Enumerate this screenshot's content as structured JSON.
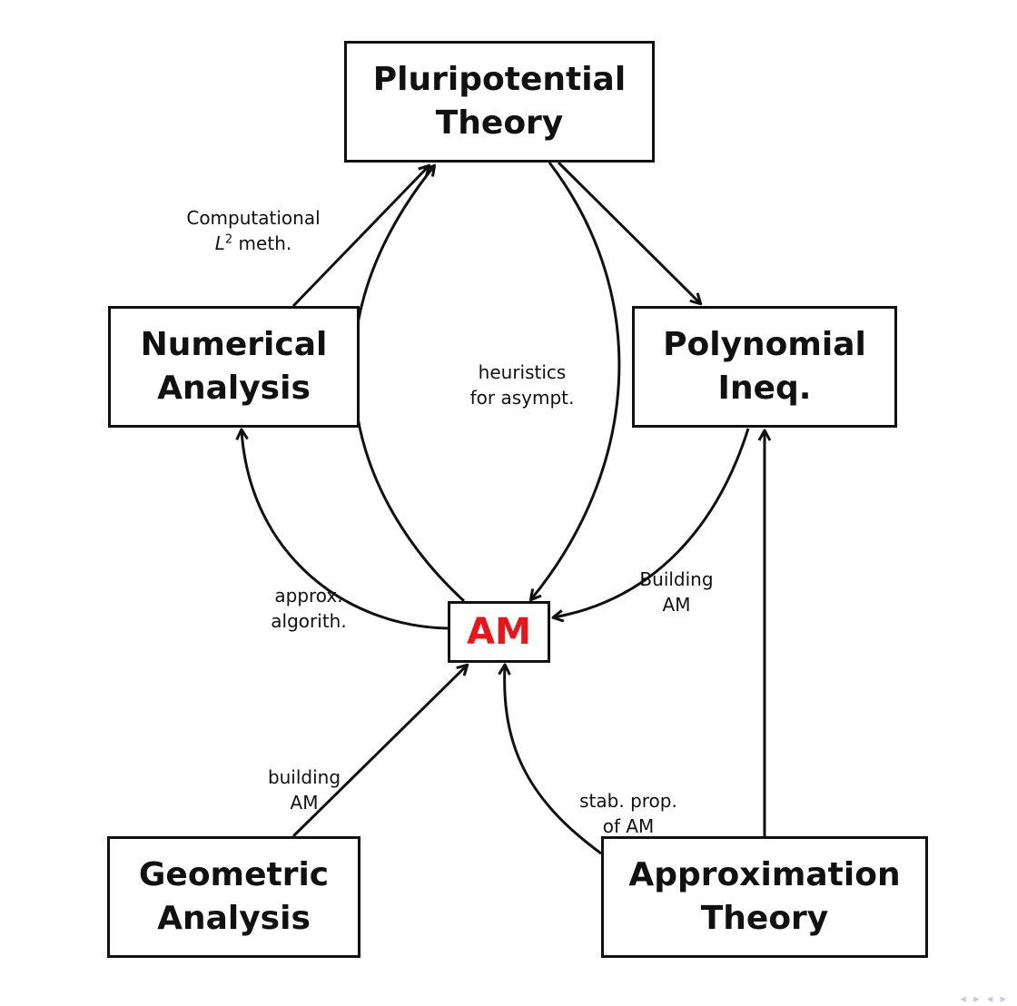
{
  "colors": {
    "stroke": "#111111",
    "am_text": "#e8151b",
    "nav": "#c8cbe0"
  },
  "nodes": {
    "pluripotential": {
      "line1": "Pluripotential",
      "line2": "Theory"
    },
    "numerical": {
      "line1": "Numerical",
      "line2": "Analysis"
    },
    "polynomial": {
      "line1": "Polynomial",
      "line2": "Ineq."
    },
    "am": {
      "label": "AM"
    },
    "geometric": {
      "line1": "Geometric",
      "line2": "Analysis"
    },
    "approximation": {
      "line1": "Approximation",
      "line2": "Theory"
    }
  },
  "edges": {
    "computational": {
      "line1": "Computational",
      "line2_prefix": "L",
      "line2_sup": "2",
      "line2_suffix": " meth."
    },
    "heuristics": {
      "line1": "heuristics",
      "line2": "for asympt."
    },
    "approx": {
      "line1": "approx.",
      "line2": "algorith."
    },
    "building_poly": {
      "line1": "Building",
      "line2": "AM"
    },
    "building_geo": {
      "line1": "building",
      "line2": "AM"
    },
    "stab": {
      "line1": "stab. prop.",
      "line2": "of AM"
    }
  },
  "nav_glyphs": "◂ ▸ ◂ ▸"
}
